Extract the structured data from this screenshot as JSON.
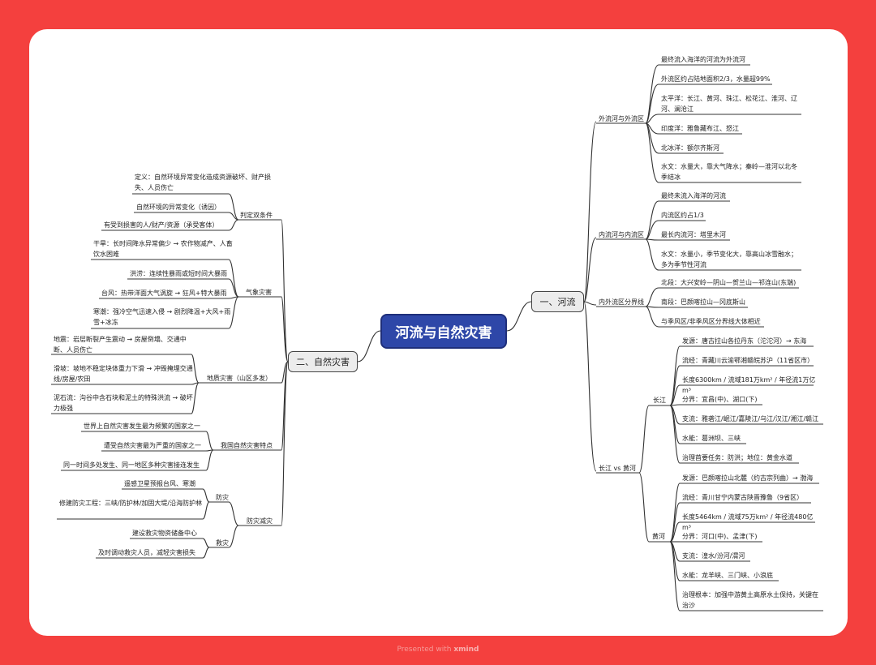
{
  "root": "河流与自然灾害",
  "rivers": {
    "title": "一、河流",
    "outflow": {
      "title": "外流河与外流区",
      "items": [
        "最终流入海洋的河流为外流河",
        "外流区约占陆地面积2/3，水量超99%",
        "太平洋：长江、黄河、珠江、松花江、淮河、辽河、澜沧江",
        "印度洋：雅鲁藏布江、怒江",
        "北冰洋：额尔齐斯河",
        "水文：水量大，靠大气降水；秦岭—淮河以北冬季结冰"
      ]
    },
    "inflow": {
      "title": "内流河与内流区",
      "items": [
        "最终未流入海洋的河流",
        "内流区约占1/3",
        "最长内流河：塔里木河",
        "水文：水量小，季节变化大，靠高山冰雪融水；多为季节性河流"
      ]
    },
    "boundary": {
      "title": "内外流区分界线",
      "items": [
        "北段：大兴安岭—阴山—贺兰山—祁连山(东端)",
        "南段：巴颜喀拉山—冈底斯山",
        "与季风区/非季风区分界线大体相近"
      ]
    },
    "compare": {
      "title": "长江 vs 黄河",
      "changjiang": {
        "title": "长江",
        "items": [
          "发源：唐古拉山各拉丹东（沱沱河）→ 东海",
          "流经：青藏川云渝鄂湘赣皖苏沪（11省区市）",
          "长度6300km / 流域181万km² / 年径流1万亿m³",
          "分界：宜昌(中)、湖口(下)",
          "支流：雅砻江/岷江/嘉陵江/乌江/汉江/湘江/赣江",
          "水能：葛洲坝、三峡",
          "治理首要任务：防洪；地位：黄金水道"
        ]
      },
      "huanghe": {
        "title": "黄河",
        "items": [
          "发源：巴颜喀拉山北麓（约古宗列曲）→ 渤海",
          "流经：青川甘宁内蒙古陕晋豫鲁（9省区）",
          "长度5464km / 流域75万km² / 年径流480亿m³",
          "分界：河口(中)、孟津(下)",
          "支流：湟水/汾河/渭河",
          "水能：龙羊峡、三门峡、小浪底",
          "治理根本：加强中游黄土高原水土保持，关键在治沙"
        ]
      }
    }
  },
  "disasters": {
    "title": "二、自然灾害",
    "criteria": {
      "title": "判定双条件",
      "items": [
        "定义：自然环境异常变化造成资源破坏、财产损失、人员伤亡",
        "自然环境的异常变化（诱因）",
        "有受到损害的人/财产/资源（承受客体）"
      ]
    },
    "meteo": {
      "title": "气象灾害",
      "items": [
        "干旱：长时间降水异常偏少 → 农作物减产、人畜饮水困难",
        "洪涝：连续性暴雨或短时间大暴雨",
        "台风：热带洋面大气涡旋 → 狂风+特大暴雨",
        "寒潮：强冷空气迅速入侵 → 剧烈降温+大风+雨雪+冰冻"
      ]
    },
    "geo": {
      "title": "地质灾害（山区多发）",
      "items": [
        "地震：岩层断裂产生震动 → 房屋倒塌、交通中断、人员伤亡",
        "滑坡：坡地不稳定块体重力下滑 → 冲毁掩埋交通线/房屋/农田",
        "泥石流：沟谷中含石块和泥土的特殊洪流 → 破坏力极强"
      ]
    },
    "features": {
      "title": "我国自然灾害特点",
      "items": [
        "世界上自然灾害发生最为频繁的国家之一",
        "遭受自然灾害最为严重的国家之一",
        "同一时间多处发生、同一地区多种灾害接连发生"
      ]
    },
    "mitigation": {
      "title": "防灾减灾",
      "prevent": {
        "title": "防灾",
        "items": [
          "遥感卫星预报台风、寒潮",
          "修建防灾工程：三峡/防护林/加固大堤/沿海防护林"
        ]
      },
      "relief": {
        "title": "救灾",
        "items": [
          "建设救灾物资储备中心",
          "及时调动救灾人员，减轻灾害损失"
        ]
      }
    }
  },
  "footer": {
    "prefix": "Presented with",
    "brand": "xmind"
  },
  "colors": {
    "background": "#f4403e",
    "root_fill": "#2e47a8",
    "line": "#333333"
  }
}
